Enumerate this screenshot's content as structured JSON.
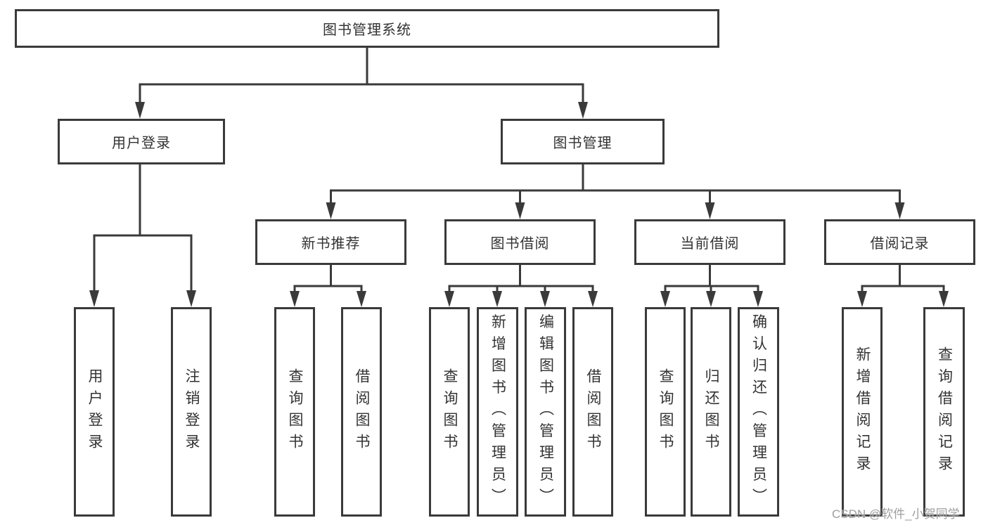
{
  "tree": {
    "label": "图书管理系统",
    "children": [
      {
        "label": "用户登录",
        "children": [
          {
            "label": "用户登录"
          },
          {
            "label": "注销登录"
          }
        ]
      },
      {
        "label": "图书管理",
        "children": [
          {
            "label": "新书推荐",
            "children": [
              {
                "label": "查询图书"
              },
              {
                "label": "借阅图书"
              }
            ]
          },
          {
            "label": "图书借阅",
            "children": [
              {
                "label": "查询图书"
              },
              {
                "label": "新增图书（管理员）"
              },
              {
                "label": "编辑图书（管理员）"
              },
              {
                "label": "借阅图书"
              }
            ]
          },
          {
            "label": "当前借阅",
            "children": [
              {
                "label": "查询图书"
              },
              {
                "label": "归还图书"
              },
              {
                "label": "确认归还（管理员）"
              }
            ]
          },
          {
            "label": "借阅记录",
            "children": [
              {
                "label": "新增借阅记录"
              },
              {
                "label": "查询借阅记录"
              }
            ]
          }
        ]
      }
    ]
  },
  "watermark": "CSDN @软件_小贺同学",
  "colors": {
    "line": "#3a3a3a",
    "text": "#333333",
    "watermark": "#9e9e9e",
    "background": "#ffffff"
  }
}
